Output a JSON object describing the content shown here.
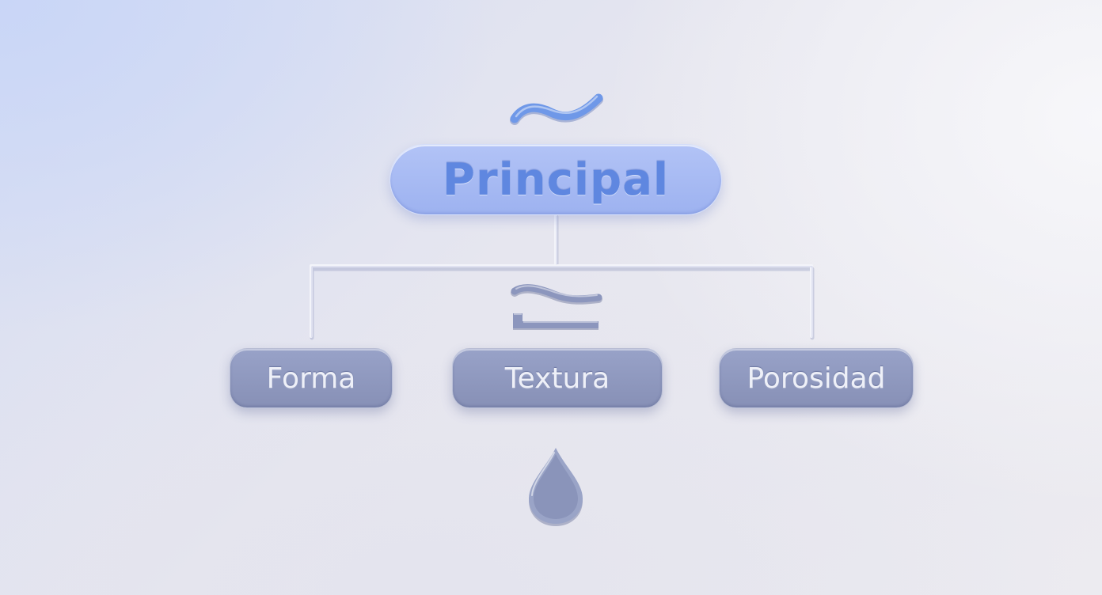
{
  "diagram": {
    "main_node": {
      "label": "Principal"
    },
    "children": [
      {
        "label": "Forma"
      },
      {
        "label": "Textura"
      },
      {
        "label": "Porosidad"
      }
    ],
    "icons": {
      "top": "wave-icon",
      "middle": "wave-stack-icon",
      "bottom": "water-drop-icon"
    },
    "colors": {
      "main_node_fill": "#a8bbf3",
      "main_node_text": "#5f87e0",
      "child_node_fill": "#8f99bf",
      "child_node_text": "#eef0f8",
      "accent_blue": "#6e96e6",
      "connector": "#f1f2f8",
      "background": "#e4e5ee"
    }
  }
}
